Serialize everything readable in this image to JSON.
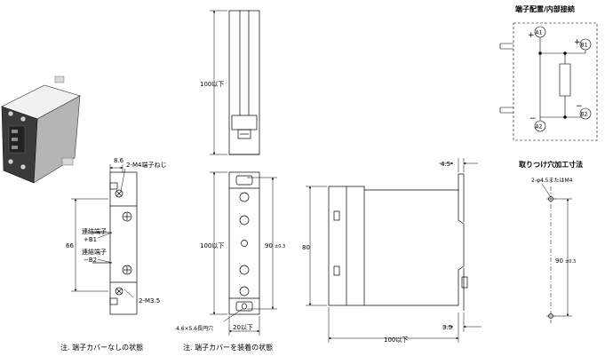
{
  "circuit": {
    "title": "端子配置/内部接続",
    "terminals": [
      "A1",
      "B1",
      "A2",
      "B2"
    ],
    "plus_sign": "+",
    "minus_sign": "−"
  },
  "mounting": {
    "title": "取りつけ穴加工寸法",
    "hole_label": "2-φ4.5またはM4",
    "pitch_value": "90",
    "pitch_tol": "±0.3"
  },
  "left_view": {
    "width_dim": "8.6",
    "screw_top": "2-M4端子ねじ",
    "height_dim": "66",
    "link_b1_line1": "連結端子",
    "link_b1_line2": "+B1",
    "link_b2_line1": "連結端子",
    "link_b2_line2": "−B2",
    "screw_bottom": "2-M3.5",
    "note": "注. 端子カバーなしの状態"
  },
  "top_view": {
    "height_dim": "100以下"
  },
  "center_view": {
    "height_dim": "100以下",
    "pitch_value": "90",
    "pitch_tol": "±0.3",
    "width_dim": "20以下",
    "slot_label": "4.6×5.6長円穴",
    "note": "注. 端子カバーを装着の状態"
  },
  "side_view": {
    "top_dim": "4.5",
    "height_dim": "80",
    "bottom_dim": "3.5",
    "width_dim": "100以下"
  }
}
